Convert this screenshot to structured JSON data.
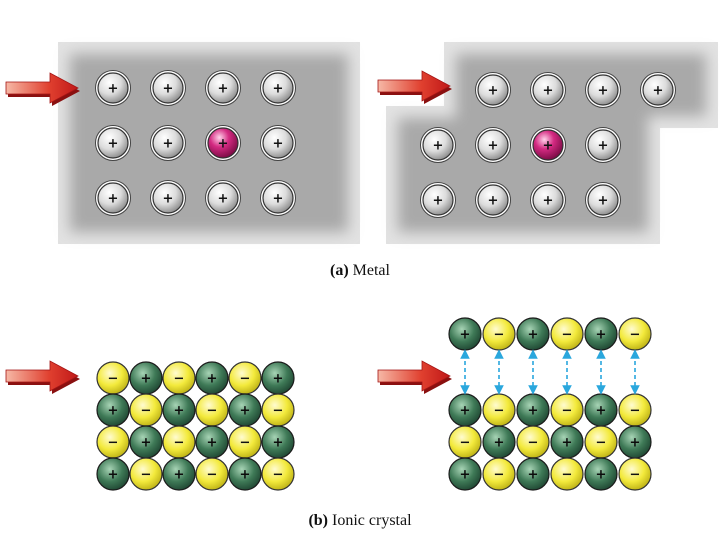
{
  "captions": {
    "metal": {
      "label": "(a)",
      "text": " Metal"
    },
    "ionic": {
      "label": "(b)",
      "text": " Ionic crystal"
    }
  },
  "symbols": {
    "positive": "+",
    "negative": "−"
  },
  "colors": {
    "metal_block": "#a9a9a9",
    "metal_ion": "#dcdcdc",
    "highlighted_ion": "#c2186b",
    "anion": "#f3ea3c",
    "cation": "#3f7a57",
    "arrow": "#d32626",
    "repulsion_arrow": "#2aa7dd"
  },
  "metal_before": {
    "rows": [
      [
        "ion",
        "ion",
        "ion",
        "ion"
      ],
      [
        "ion",
        "ion",
        "highlight",
        "ion"
      ],
      [
        "ion",
        "ion",
        "ion",
        "ion"
      ]
    ]
  },
  "metal_after": {
    "rows": [
      [
        "ion",
        "ion",
        "ion",
        "ion"
      ],
      [
        "ion",
        "ion",
        "highlight",
        "ion"
      ],
      [
        "ion",
        "ion",
        "ion",
        "ion"
      ]
    ]
  },
  "ionic_before": {
    "rows": [
      [
        "-",
        "+",
        "-",
        "+",
        "-",
        "+"
      ],
      [
        "+",
        "-",
        "+",
        "-",
        "+",
        "-"
      ],
      [
        "-",
        "+",
        "-",
        "+",
        "-",
        "+"
      ],
      [
        "+",
        "-",
        "+",
        "-",
        "+",
        "-"
      ]
    ]
  },
  "ionic_after": {
    "top_row": [
      "+",
      "-",
      "+",
      "-",
      "+",
      "-"
    ],
    "rows": [
      [
        "+",
        "-",
        "+",
        "-",
        "+",
        "-"
      ],
      [
        "-",
        "+",
        "-",
        "+",
        "-",
        "+"
      ],
      [
        "+",
        "-",
        "+",
        "-",
        "+",
        "-"
      ]
    ]
  }
}
